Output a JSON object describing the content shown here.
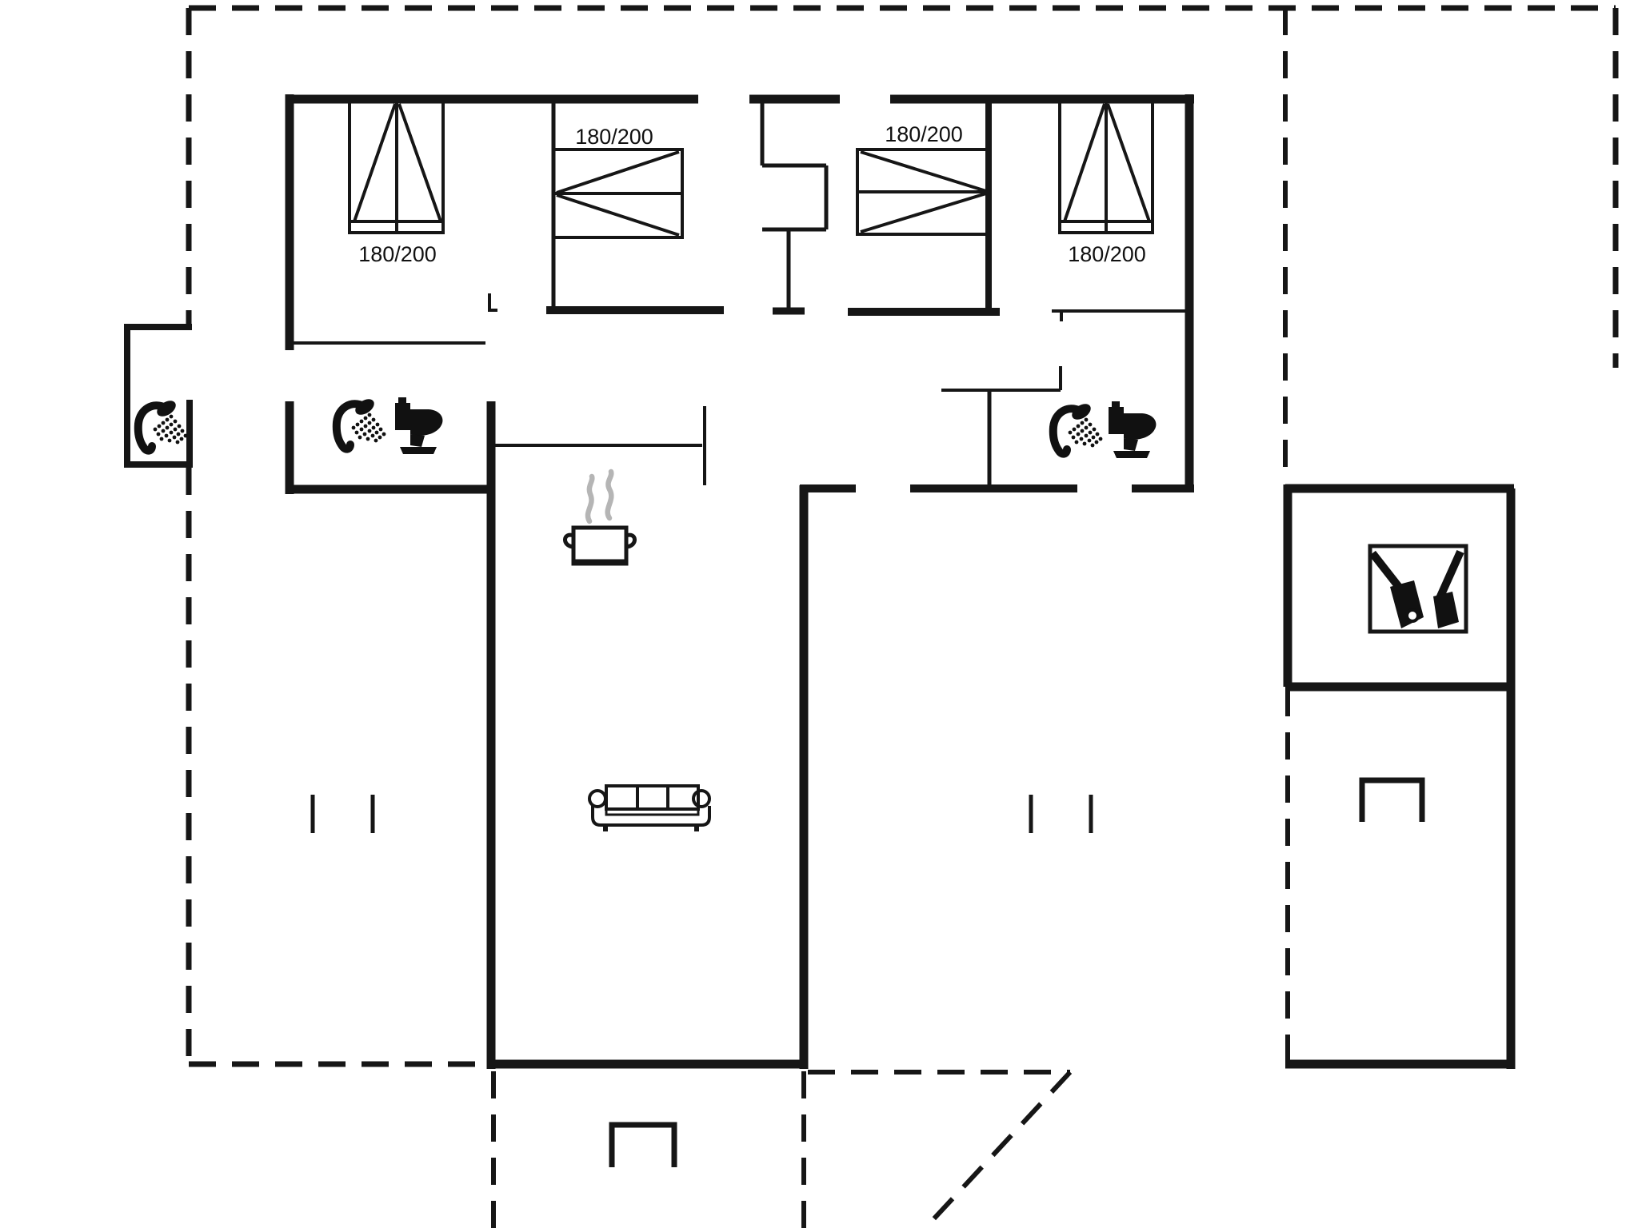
{
  "plan": {
    "type": "house-floor-plan",
    "colors": {
      "background": "#ffffff",
      "lines": "#161616",
      "steam": "#b5b5b5",
      "text": "#111111"
    },
    "bed_labels": [
      {
        "id": "bed-left-vertical",
        "text": "180/200"
      },
      {
        "id": "bed-middle-left",
        "text": "180/200"
      },
      {
        "id": "bed-middle-right",
        "text": "180/200"
      },
      {
        "id": "bed-right-vertical",
        "text": "180/200"
      }
    ],
    "symbols": [
      {
        "name": "shower-icon",
        "count": 3
      },
      {
        "name": "toilet-icon",
        "count": 2
      },
      {
        "name": "cooking-pot-icon",
        "count": 1
      },
      {
        "name": "sofa-icon",
        "count": 1
      },
      {
        "name": "cleaning-tools-icon",
        "count": 1
      },
      {
        "name": "grill-niche-icon",
        "count": 2
      }
    ]
  }
}
